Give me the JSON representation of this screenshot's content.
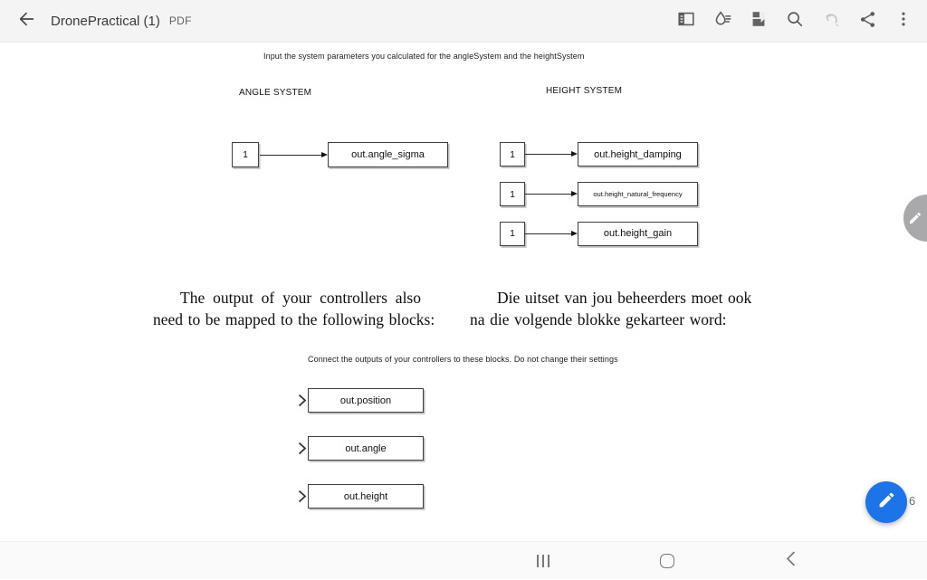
{
  "header": {
    "title": "DronePractical (1)",
    "doc_type": "PDF",
    "icons": [
      "back-arrow",
      "panel-toggle",
      "liquid-mode",
      "view-settings",
      "search",
      "undo",
      "share",
      "overflow-menu"
    ]
  },
  "document": {
    "instruction_top": "Input the system parameters you calculated for the angleSystem and the heightSystem",
    "angle_system": {
      "label": "ANGLE SYSTEM",
      "rows": [
        {
          "input": "1",
          "target": "out.angle_sigma"
        }
      ]
    },
    "height_system": {
      "label": "HEIGHT SYSTEM",
      "rows": [
        {
          "input": "1",
          "target": "out.height_damping"
        },
        {
          "input": "1",
          "target": "out.height_natural_frequency"
        },
        {
          "input": "1",
          "target": "out.height_gain"
        }
      ]
    },
    "paragraph_en": {
      "lines": [
        "The output of your controllers also",
        "need to be mapped to the following blocks:"
      ]
    },
    "paragraph_af": {
      "lines": [
        "Die uitset van jou beheerders moet ook",
        "na die volgende blokke gekarteer word:"
      ]
    },
    "instruction_bottom": "Connect the outputs of your controllers to these blocks. Do not change their settings",
    "output_blocks": [
      "out.position",
      "out.angle",
      "out.height"
    ]
  },
  "page_indicator": "6",
  "colors": {
    "fab_blue": "#1d73e8",
    "toolbar_bg": "#f4f4f5",
    "icon_gray": "#5a5a5e",
    "disabled_icon": "#c6c6c9",
    "edge_handle": "#949496"
  }
}
